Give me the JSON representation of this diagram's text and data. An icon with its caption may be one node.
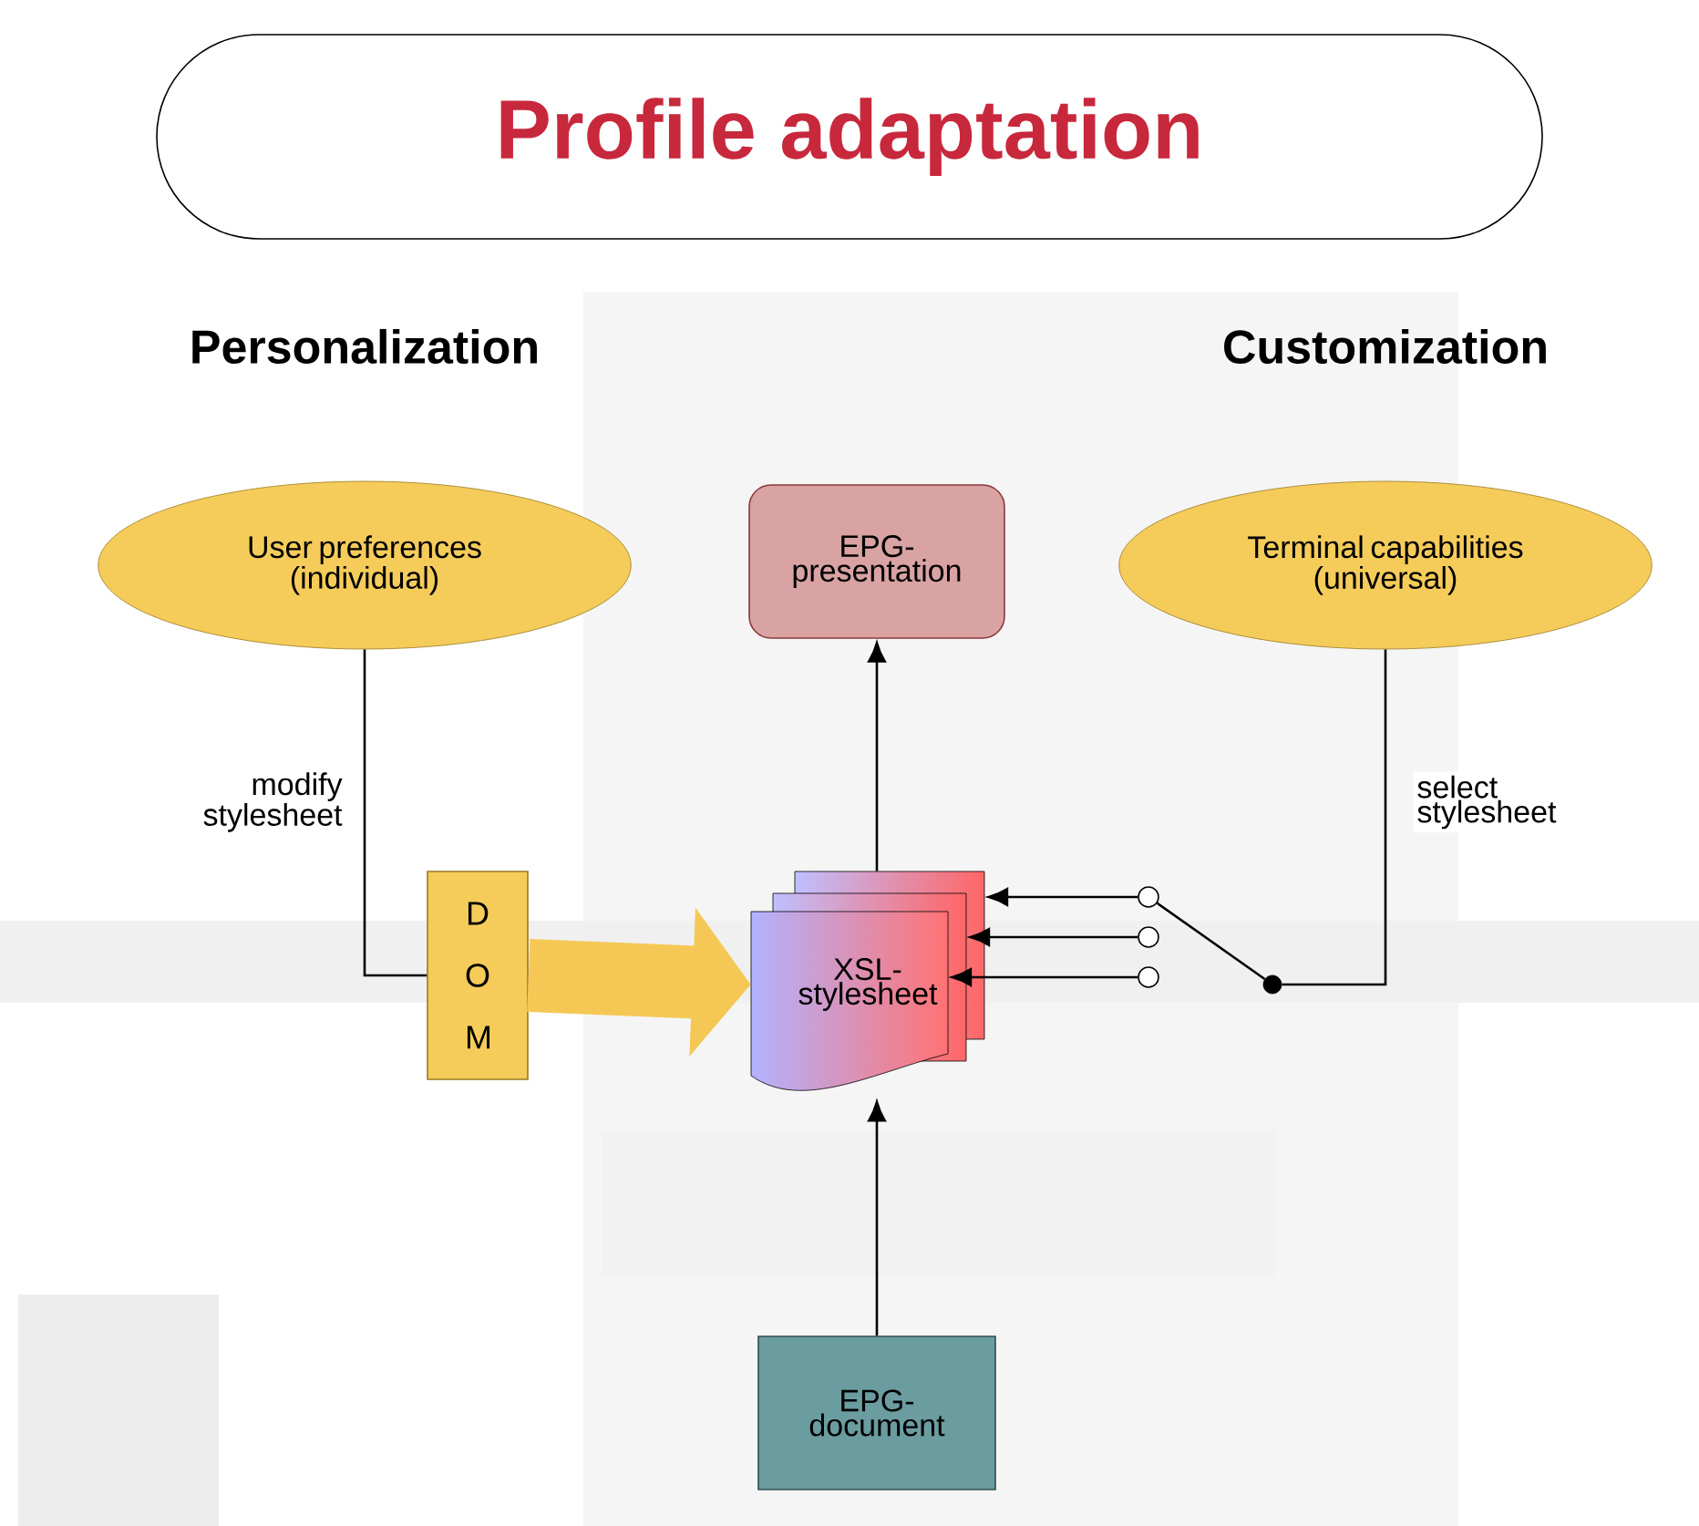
{
  "diagram": {
    "nodes": [
      {
        "text": [
          "Profile adaptation"
        ]
      },
      {
        "text": [
          "User preferences (individual)"
        ]
      },
      {
        "text": [
          "EPG- presentation"
        ]
      },
      {
        "text": [
          "Terminal capabilities (universal)"
        ]
      },
      {
        "text": [
          "D O M"
        ]
      },
      {
        "text": [
          "XSL- stylesheet"
        ]
      },
      {
        "text": [
          "EPG- document"
        ]
      },
      {
        "text": [],
        "shape": "circle"
      },
      {
        "text": [],
        "shape": "circle"
      },
      {
        "text": [],
        "shape": "circle"
      },
      {
        "text": [],
        "shape": "circle"
      }
    ],
    "edges": [
      {
        "from": 1,
        "to": 4,
        "arrow": "none",
        "label": "modify stylesheet"
      },
      {
        "from": 4,
        "to": 5,
        "arrow": "to",
        "style": "thick",
        "color": "#f5c856"
      },
      {
        "from": 5,
        "to": 2,
        "arrow": "to"
      },
      {
        "from": 6,
        "to": 5,
        "arrow": "to"
      },
      {
        "from": 7,
        "to": 5,
        "arrow": "to"
      },
      {
        "from": 8,
        "to": 5,
        "arrow": "to"
      },
      {
        "from": 9,
        "to": 5,
        "arrow": "to"
      },
      {
        "from": 3,
        "to": 10,
        "arrow": "none",
        "label": "select stylesheet"
      },
      {
        "from": 10,
        "to": 7,
        "arrow": "none"
      }
    ],
    "labels": [
      "Personalization",
      "Customization"
    ]
  }
}
